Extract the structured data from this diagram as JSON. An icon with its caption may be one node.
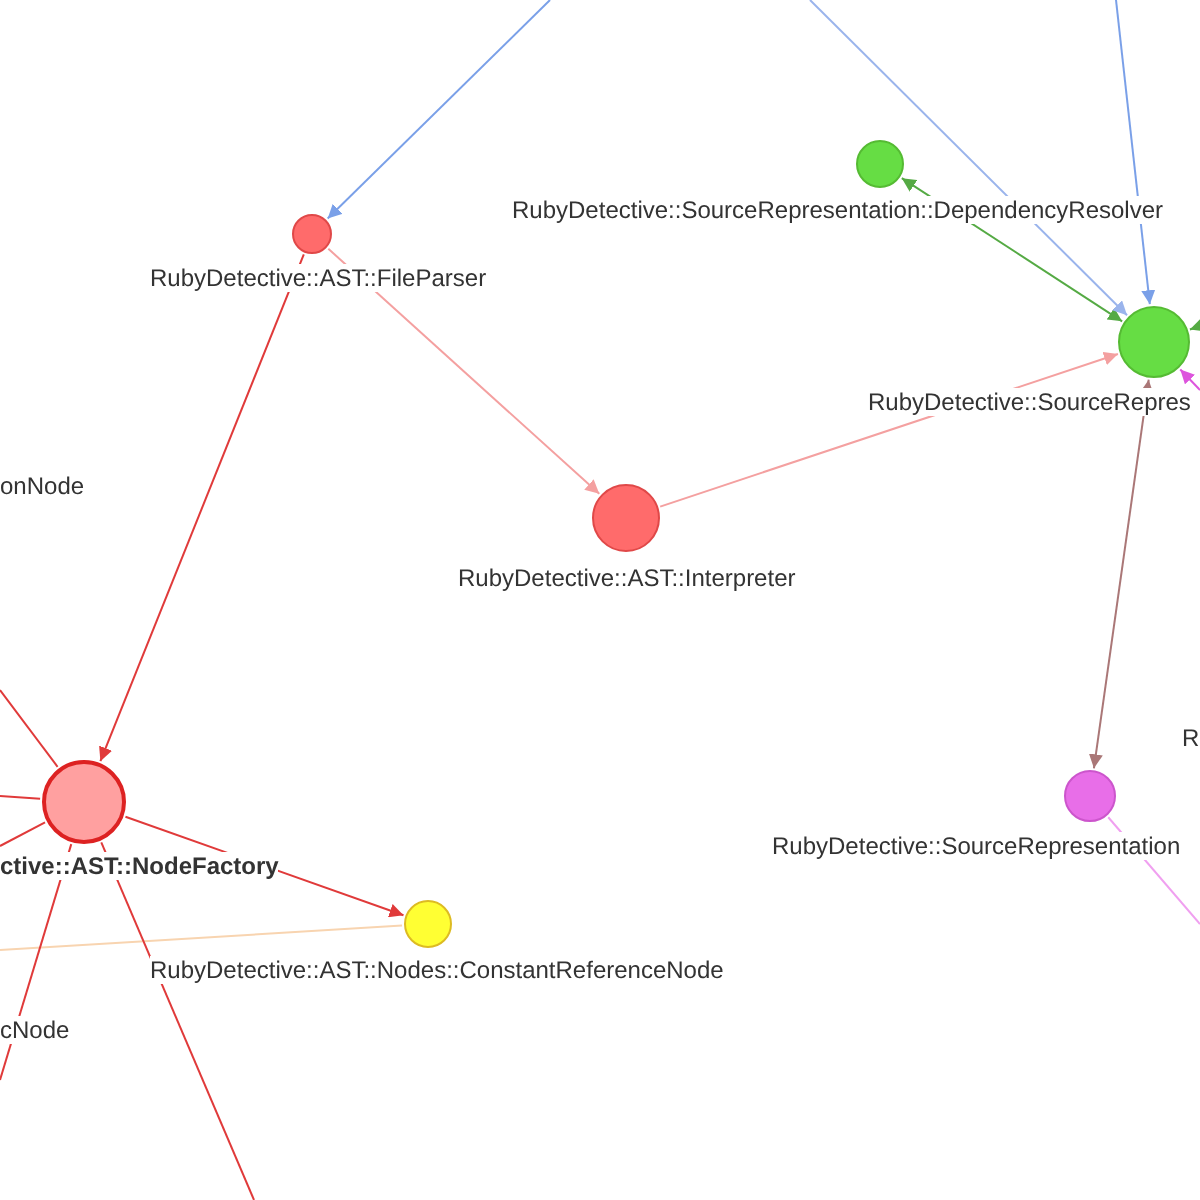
{
  "diagram": {
    "nodes": [
      {
        "text": [
          "RubyDetective::AST::FileParser"
        ]
      },
      {
        "text": [
          "RubyDetective::AST::Interpreter"
        ]
      },
      {
        "text": [
          "RubyDetective::SourceRepresentation::DependencyResolver"
        ]
      },
      {
        "text": [
          "RubyDetective::SourceRepres"
        ]
      },
      {
        "text": [
          "RubyDetective::SourceRepresentation"
        ]
      },
      {
        "text": [
          "ctive::AST::NodeFactory"
        ]
      },
      {
        "text": [
          "RubyDetective::AST::Nodes::ConstantReferenceNode"
        ]
      }
    ],
    "edges": [
      {
        "from": null,
        "to": 0,
        "arrow": "to",
        "color": "#7aa0e8"
      },
      {
        "from": 0,
        "to": 5,
        "arrow": "to"
      },
      {
        "from": 0,
        "to": 1,
        "arrow": "to",
        "color": "#f4a0a0"
      },
      {
        "from": 1,
        "to": 3,
        "arrow": "to",
        "color": "#f4a0a0"
      },
      {
        "from": 2,
        "to": 3,
        "arrow": "both",
        "color": "#55aa44"
      },
      {
        "from": null,
        "to": 3,
        "arrow": "to",
        "color": "#9ab4ec"
      },
      {
        "from": null,
        "to": 3,
        "arrow": "to",
        "color": "#7aa0e8"
      },
      {
        "from": null,
        "to": 3,
        "arrow": "to",
        "color": "#55aa44"
      },
      {
        "from": null,
        "to": 3,
        "arrow": "to",
        "color": "#dd55dd"
      },
      {
        "from": 3,
        "to": 4,
        "arrow": "both",
        "color": "#aa7777"
      },
      {
        "from": 4,
        "to": null,
        "arrow": "none",
        "color": "#f0a0f0"
      },
      {
        "from": 5,
        "to": 6,
        "arrow": "to"
      },
      {
        "from": 6,
        "to": null,
        "arrow": "none",
        "color": "#f8d4b0"
      },
      {
        "from": null,
        "to": 5,
        "arrow": "none"
      },
      {
        "from": 5,
        "to": null,
        "arrow": "none"
      },
      {
        "from": 5,
        "to": null,
        "arrow": "none"
      },
      {
        "from": 5,
        "to": null,
        "arrow": "none"
      },
      {
        "from": 5,
        "to": null,
        "arrow": "none"
      }
    ],
    "labels": [
      "onNode",
      "cNode",
      "R"
    ]
  }
}
